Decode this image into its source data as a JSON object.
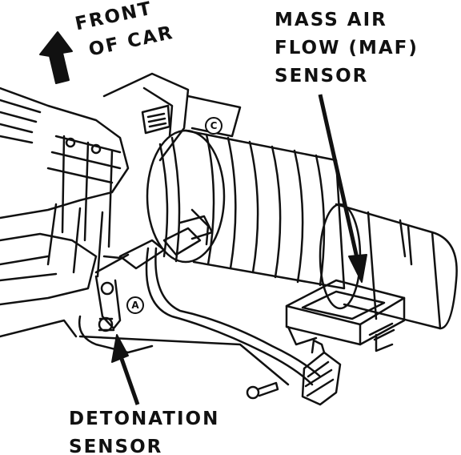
{
  "labels": {
    "front_line1": "FRONT",
    "front_line2": "OF CAR",
    "maf_line1": "MASS AIR",
    "maf_line2": "FLOW (MAF)",
    "maf_line3": "SENSOR",
    "det_line1": "DETONATION",
    "det_line2": "SENSOR"
  },
  "callouts": {
    "c": "C",
    "a": "A"
  },
  "colors": {
    "ink": "#111111",
    "paper": "#ffffff"
  }
}
